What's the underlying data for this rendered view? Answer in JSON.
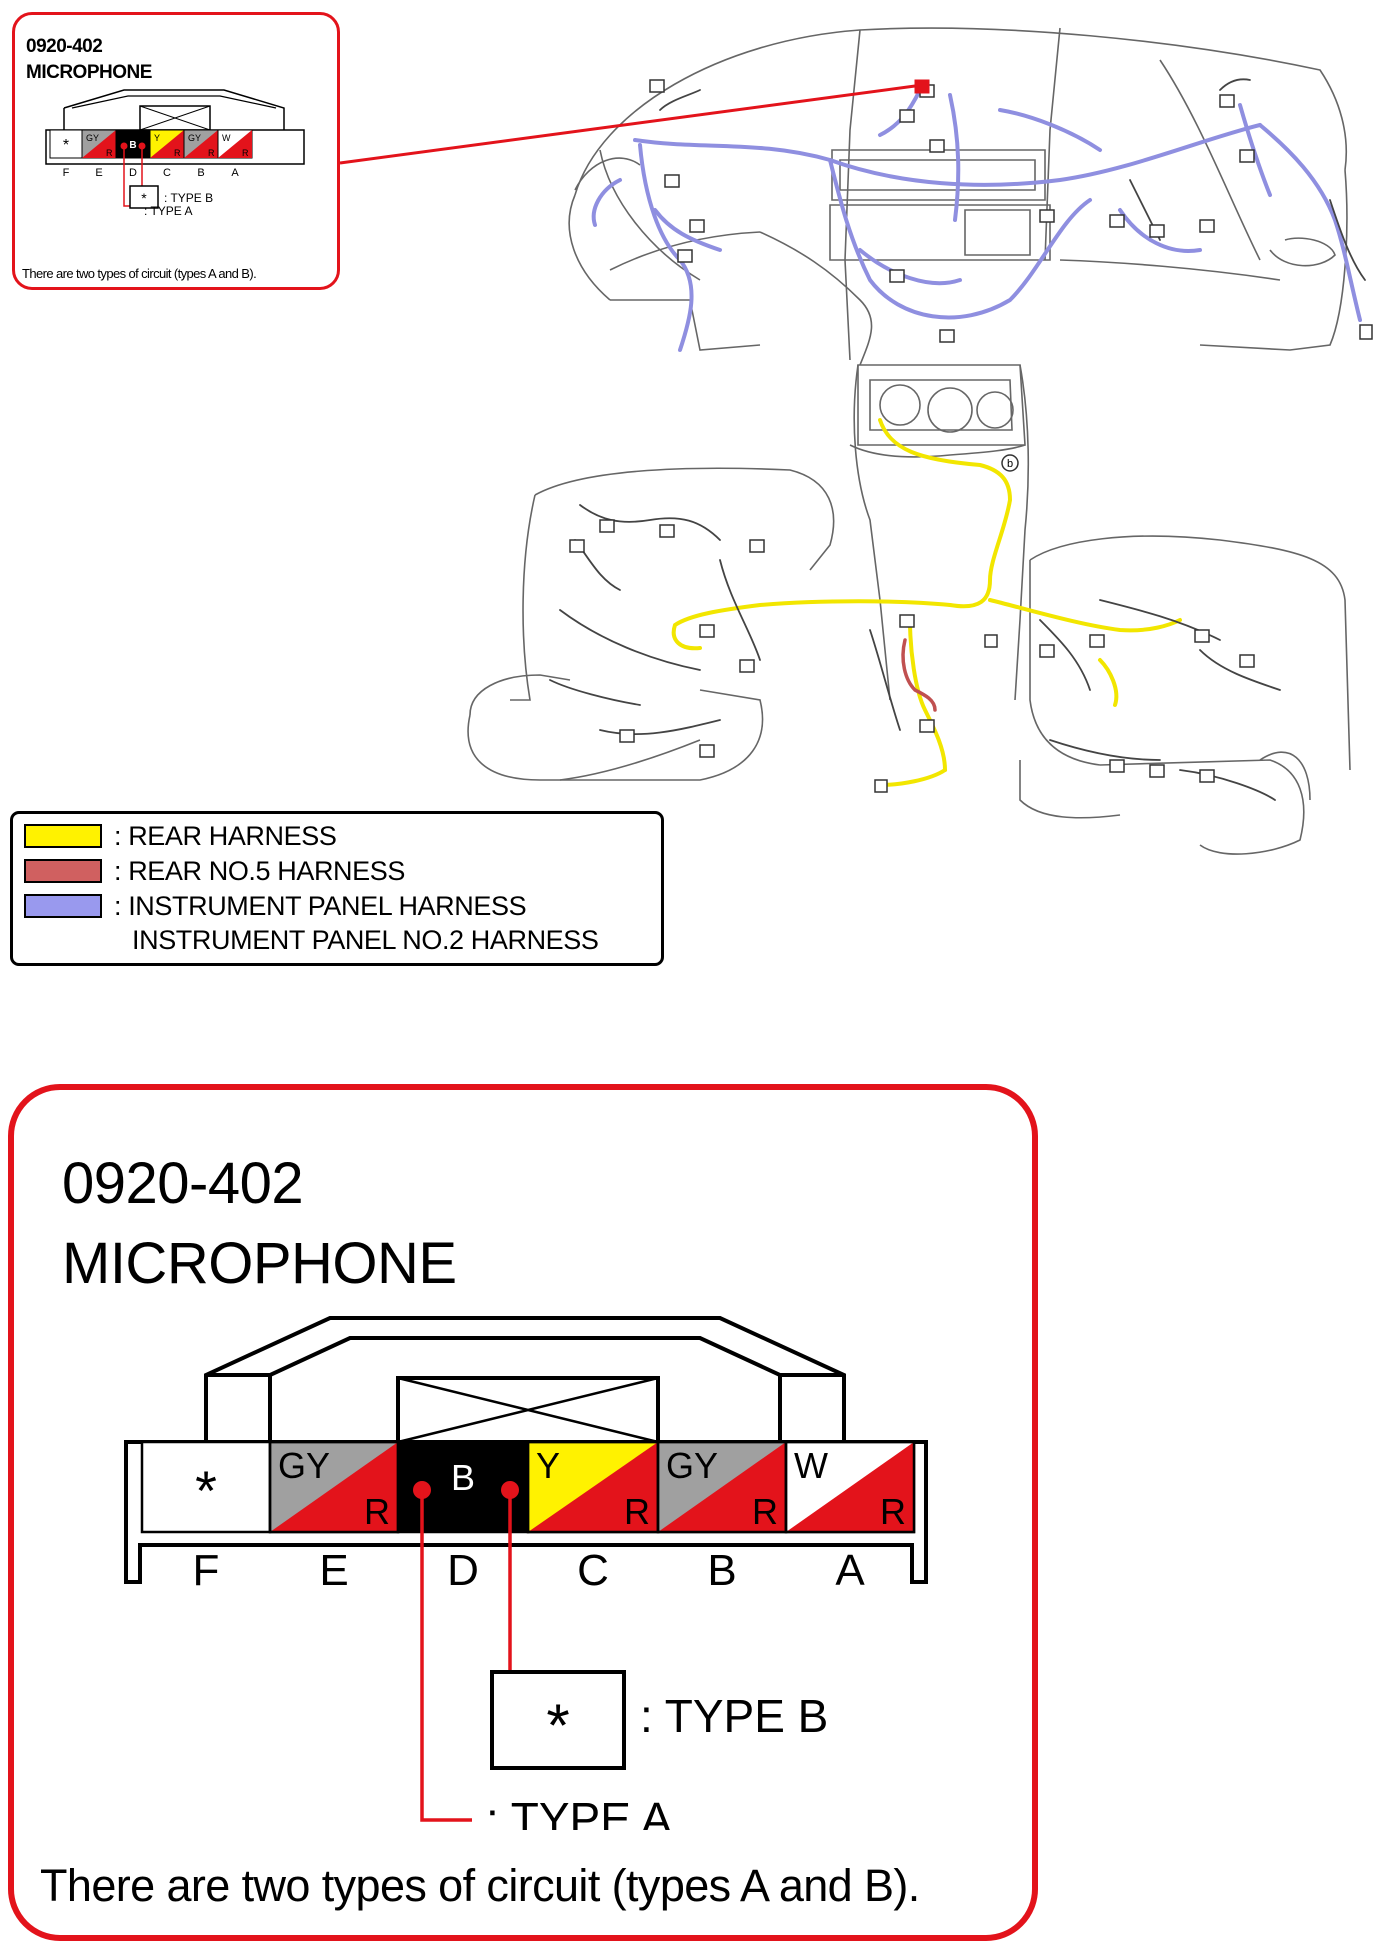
{
  "connector": {
    "code": "0920-402",
    "name": "MICROPHONE",
    "pins": [
      {
        "letter": "F",
        "top": "",
        "bottom": "",
        "symbol": "*",
        "main_color": "#ffffff",
        "stripe_color": ""
      },
      {
        "letter": "E",
        "top": "GY",
        "bottom": "R",
        "symbol": "",
        "main_color": "#a0a0a0",
        "stripe_color": "#e3131b"
      },
      {
        "letter": "D",
        "top": "B",
        "bottom": "",
        "symbol": "",
        "main_color": "#000000",
        "stripe_color": ""
      },
      {
        "letter": "C",
        "top": "Y",
        "bottom": "R",
        "symbol": "",
        "main_color": "#fff200",
        "stripe_color": "#e3131b"
      },
      {
        "letter": "B",
        "top": "GY",
        "bottom": "R",
        "symbol": "",
        "main_color": "#a0a0a0",
        "stripe_color": "#e3131b"
      },
      {
        "letter": "A",
        "top": "W",
        "bottom": "R",
        "symbol": "",
        "main_color": "#ffffff",
        "stripe_color": "#e3131b"
      }
    ],
    "type_a_label": ": TYPE A",
    "type_b_label": ": TYPE B",
    "type_b_symbol": "*",
    "note": "There are two types of circuit (types A and B)."
  },
  "legend": [
    {
      "color": "#fff200",
      "label": ": REAR HARNESS"
    },
    {
      "color": "#d06060",
      "label": ": REAR NO.5 HARNESS"
    },
    {
      "color": "#9999ee",
      "label": ": INSTRUMENT PANEL HARNESS"
    },
    {
      "color": "",
      "label": "INSTRUMENT PANEL NO.2 HARNESS"
    }
  ],
  "harness_colors": {
    "rear": "#f2e600",
    "rear_no5": "#c05050",
    "instrument_panel": "#8f8fe0",
    "line": "#555555",
    "callout": "#e3131b"
  },
  "locator_marker": "b"
}
